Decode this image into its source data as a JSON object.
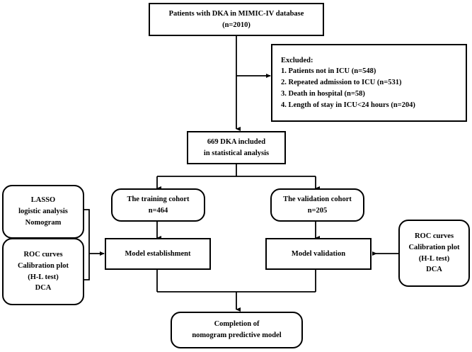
{
  "figure": {
    "type": "flowchart",
    "title": "Patient selection and nomogram model development flow diagram",
    "background": "#ffffff",
    "stroke_color": "#000000",
    "text_color": "#000000"
  },
  "nodes": {
    "source_cohort": {
      "shape": "rectangle",
      "lines": [
        "Patients with DKA in MIMIC-IV database",
        "(n=2010)"
      ]
    },
    "excluded": {
      "shape": "rectangle",
      "heading": "Excluded:",
      "lines": [
        "1. Patients not in ICU (n=548)",
        "2. Repeated admission to ICU (n=531)",
        "3. Death in hospital (n=58)",
        "4. Length of stay in ICU<24 hours (n=204)"
      ]
    },
    "included": {
      "shape": "rectangle",
      "lines": [
        "669 DKA included",
        "in statistical analysis"
      ]
    },
    "training_cohort": {
      "shape": "rounded-rectangle",
      "lines": [
        "The training cohort",
        "n=464"
      ]
    },
    "validation_cohort": {
      "shape": "rounded-rectangle",
      "lines": [
        "The validation cohort",
        "n=205"
      ]
    },
    "methods_lasso": {
      "shape": "rounded-rectangle",
      "lines": [
        "LASSO",
        "logistic analysis",
        "Nomogram"
      ]
    },
    "methods_eval_left": {
      "shape": "rounded-rectangle",
      "lines": [
        "ROC curves",
        "Calibration plot",
        "(H-L test)",
        "DCA"
      ]
    },
    "methods_eval_right": {
      "shape": "rounded-rectangle",
      "lines": [
        "ROC curves",
        "Calibration plot",
        "(H-L test)",
        "DCA"
      ]
    },
    "model_establishment": {
      "shape": "rectangle",
      "lines": [
        "Model establishment"
      ]
    },
    "model_validation": {
      "shape": "rectangle",
      "lines": [
        "Model validation"
      ]
    },
    "completion": {
      "shape": "rounded-rectangle",
      "lines": [
        "Completion of",
        "nomogram predictive model"
      ]
    }
  },
  "edges": [
    {
      "from": "source_cohort",
      "to": "excluded",
      "style": "elbow-right-arrow"
    },
    {
      "from": "source_cohort",
      "to": "included",
      "style": "straight-down-arrow"
    },
    {
      "from": "included",
      "to": "training_cohort",
      "style": "split-left-arrow"
    },
    {
      "from": "included",
      "to": "validation_cohort",
      "style": "split-right-arrow"
    },
    {
      "from": "training_cohort",
      "to": "model_establishment",
      "style": "straight-down-arrow"
    },
    {
      "from": "validation_cohort",
      "to": "model_validation",
      "style": "straight-down-arrow"
    },
    {
      "from": "methods_lasso",
      "to": "model_establishment",
      "style": "bracket-right-arrow"
    },
    {
      "from": "methods_eval_left",
      "to": "model_establishment",
      "style": "bracket-right-arrow"
    },
    {
      "from": "methods_eval_right",
      "to": "model_validation",
      "style": "straight-left-arrow"
    },
    {
      "from": "model_establishment",
      "to": "completion",
      "style": "merge-down-arrow"
    },
    {
      "from": "model_validation",
      "to": "completion",
      "style": "merge-down-arrow"
    }
  ]
}
